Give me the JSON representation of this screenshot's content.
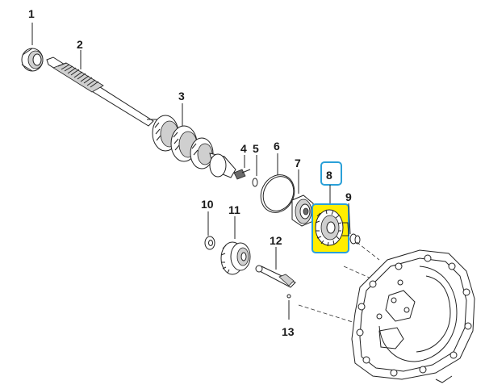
{
  "labels": {
    "p1": "1",
    "p2": "2",
    "p3": "3",
    "p4": "4",
    "p5": "5",
    "p6": "6",
    "p7": "7",
    "p8": "8",
    "p9": "9",
    "p10": "10",
    "p11": "11",
    "p12": "12",
    "p13": "13"
  },
  "highlight": {
    "part": "8",
    "fill_color": "#ffee00",
    "border_color": "#2aa0d8"
  }
}
